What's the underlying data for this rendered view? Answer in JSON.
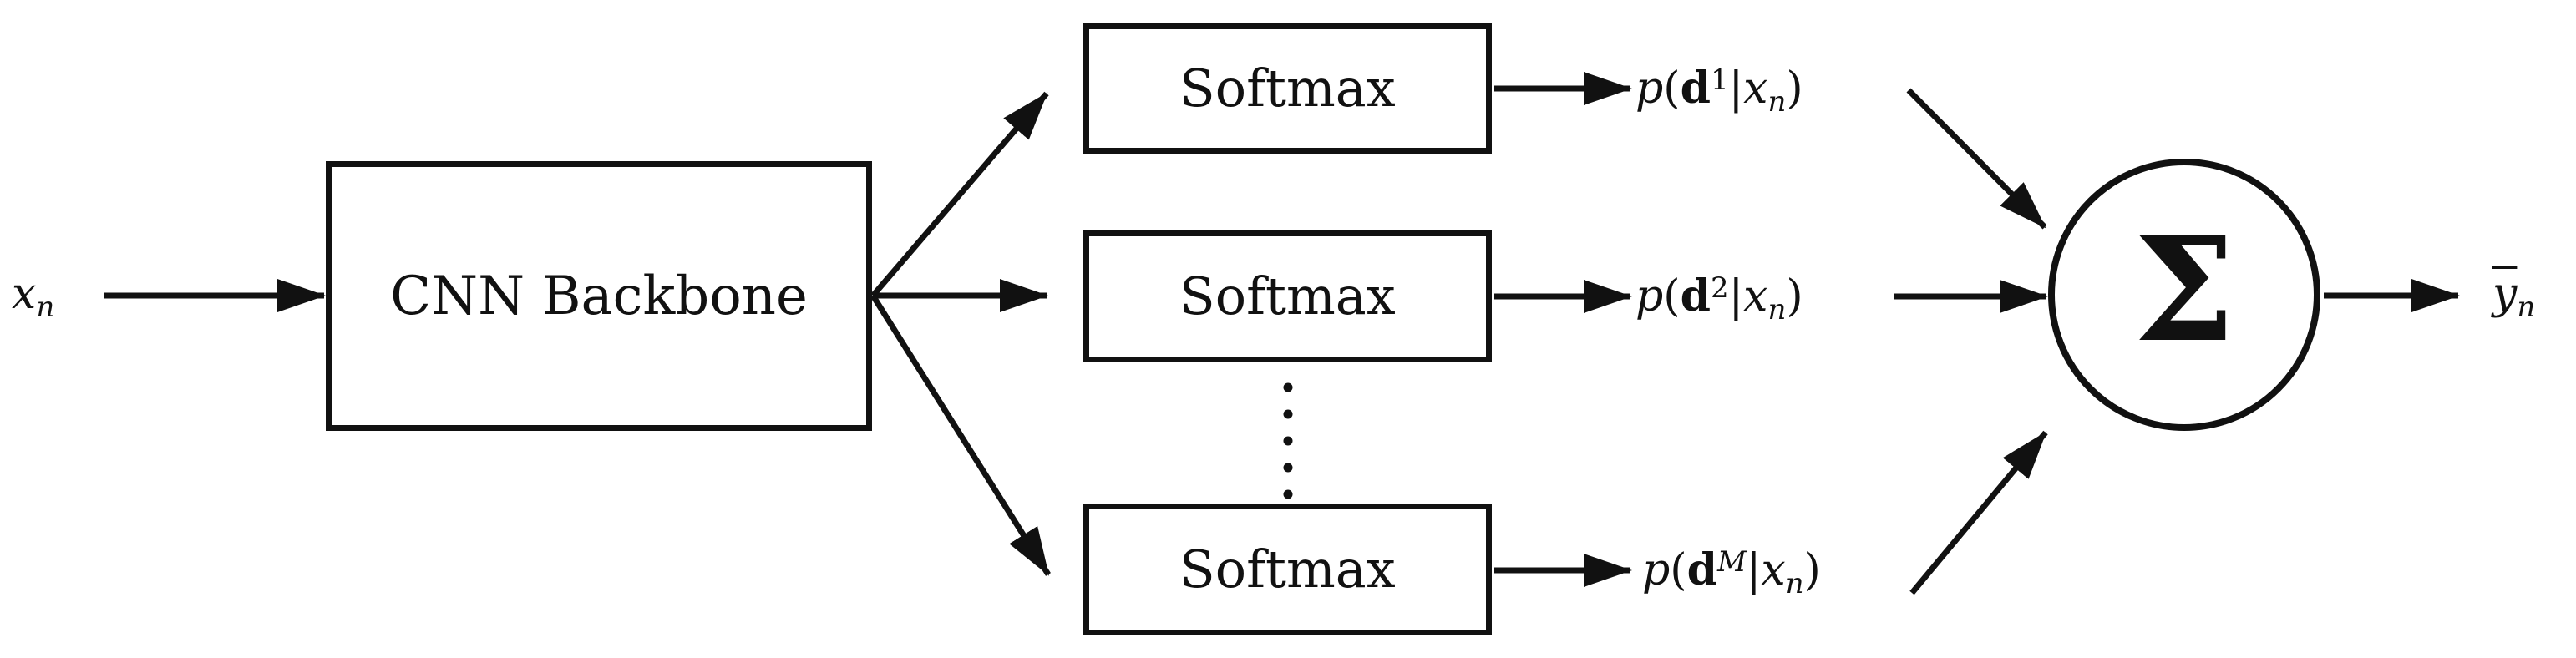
{
  "diagram": {
    "title_hint": "CNN backbone feeding M softmax heads averaged into a sum node",
    "input_label": {
      "var": "x",
      "sub": "n"
    },
    "backbone": {
      "label": "CNN Backbone"
    },
    "rows": [
      {
        "box_label": "Softmax",
        "output": {
          "p": "p",
          "open": "(",
          "d": "d",
          "sup": "1",
          "pipe": "|",
          "x": "x",
          "sub": "n",
          "close": ")"
        }
      },
      {
        "box_label": "Softmax",
        "output": {
          "p": "p",
          "open": "(",
          "d": "d",
          "sup": "2",
          "pipe": "|",
          "x": "x",
          "sub": "n",
          "close": ")"
        }
      },
      {
        "box_label": "Softmax",
        "output": {
          "p": "p",
          "open": "(",
          "d": "d",
          "sup": "M",
          "pipe": "|",
          "x": "x",
          "sub": "n",
          "close": ")"
        }
      }
    ],
    "ellipsis_dot_count": 5,
    "sum_node": {
      "symbol": "Σ"
    },
    "output_label": {
      "var": "y",
      "sub": "n"
    }
  },
  "colors": {
    "ink": "#111111",
    "background": "#ffffff"
  }
}
